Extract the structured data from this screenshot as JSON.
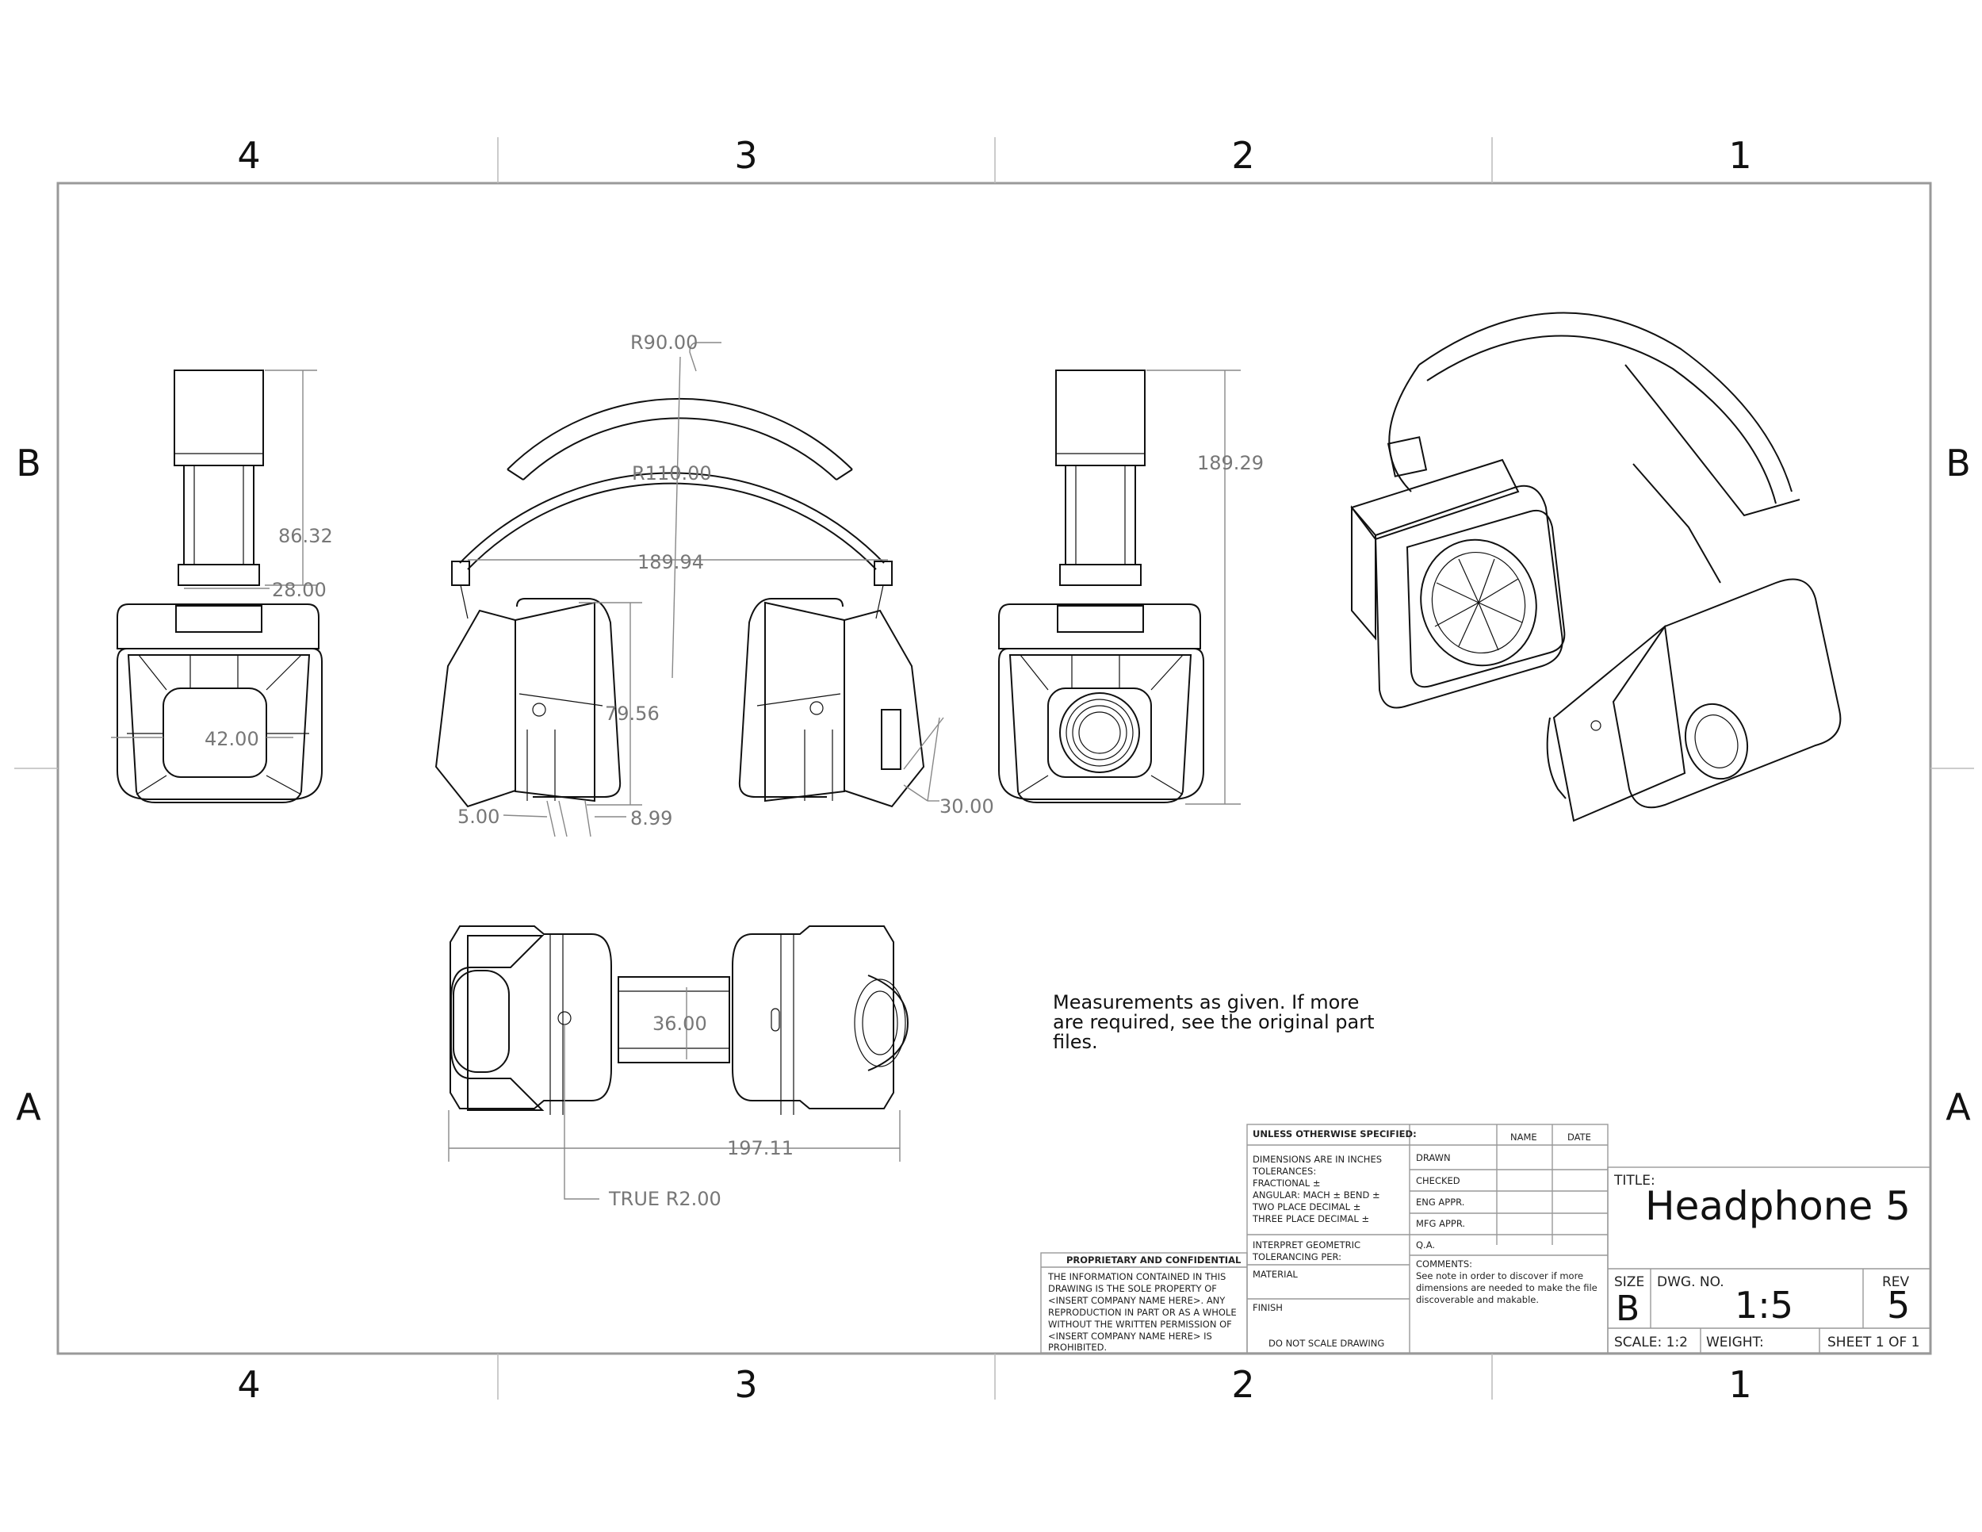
{
  "zones": {
    "columns": [
      "4",
      "3",
      "2",
      "1"
    ],
    "rows": [
      "B",
      "A"
    ]
  },
  "dimensions": {
    "d1": "86.32",
    "d2": "28.00",
    "d3": "42.00",
    "d4": "R90.00",
    "d5": "R110.00",
    "d6": "189.94",
    "d7": "79.56",
    "d8": "5.00",
    "d9": "8.99",
    "d10": "30.00",
    "d11": "189.29",
    "d12": "36.00",
    "d13": "197.11",
    "d14": "TRUE R2.00"
  },
  "note": "Measurements as given. If more are required, see the original part files.",
  "title_block": {
    "unless": "UNLESS OTHERWISE SPECIFIED:",
    "name_hdr": "NAME",
    "date_hdr": "DATE",
    "dims_lines": [
      "DIMENSIONS ARE IN INCHES",
      "TOLERANCES:",
      "FRACTIONAL ±",
      "ANGULAR: MACH ±    BEND ±",
      "TWO PLACE DECIMAL    ±",
      "THREE PLACE DECIMAL  ±"
    ],
    "interpret_lines": [
      "INTERPRET GEOMETRIC",
      "TOLERANCING PER:"
    ],
    "material": "MATERIAL",
    "finish": "FINISH",
    "do_not_scale": "DO NOT SCALE DRAWING",
    "roles": [
      "DRAWN",
      "CHECKED",
      "ENG APPR.",
      "MFG APPR.",
      "Q.A."
    ],
    "comments": "COMMENTS:",
    "comment_lines": [
      "See note in order to discover if more",
      "dimensions are needed to make the file",
      "discoverable and makable."
    ],
    "proprietary": "PROPRIETARY AND CONFIDENTIAL",
    "prop_lines": [
      "THE INFORMATION CONTAINED IN THIS",
      "DRAWING IS THE SOLE PROPERTY OF",
      "<INSERT COMPANY NAME HERE>.  ANY",
      "REPRODUCTION IN PART OR AS A WHOLE",
      "WITHOUT THE WRITTEN PERMISSION OF",
      "<INSERT COMPANY NAME HERE> IS",
      "PROHIBITED."
    ],
    "title_label": "TITLE:",
    "title": "Headphone 5",
    "size_label": "SIZE",
    "size": "B",
    "dwg_label": "DWG.  NO.",
    "dwg_no": "1:5",
    "rev_label": "REV",
    "rev": "5",
    "scale": "SCALE: 1:2",
    "weight": "WEIGHT:",
    "sheet": "SHEET 1 OF 1"
  }
}
